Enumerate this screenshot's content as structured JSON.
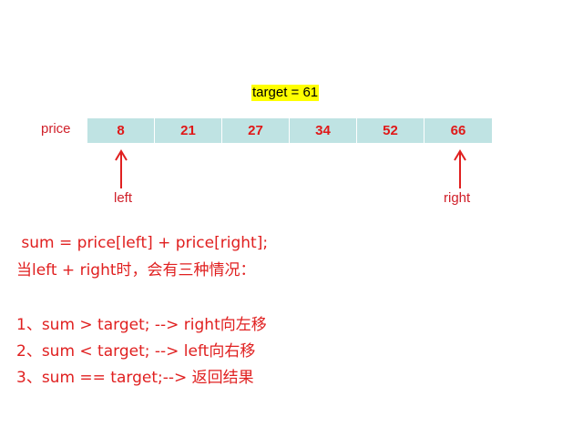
{
  "target_label": "target = 61",
  "array_label": "price",
  "cells": [
    "8",
    "21",
    "27",
    "34",
    "52",
    "66"
  ],
  "pointers": {
    "left": "left",
    "right": "right"
  },
  "lines": {
    "sum_formula": " sum = price[left] + price[right];",
    "condition_intro": "当left + right时，会有三种情况：",
    "case1": "1、sum > target; --> right向左移",
    "case2": "2、sum < target; --> left向右移",
    "case3": "3、sum == target;--> 返回结果"
  },
  "colors": {
    "highlight": "#ffff00",
    "cell_fill": "#bfe3e3",
    "text_red": "#e02020"
  }
}
